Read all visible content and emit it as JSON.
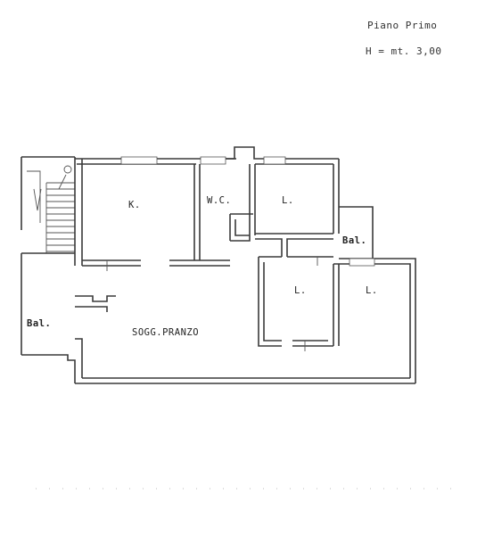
{
  "header": {
    "floor": "Piano Primo",
    "height": "H = mt. 3,00"
  },
  "rooms": {
    "kitchen": "K.",
    "wc": "W.C.",
    "bedroom_1": "L.",
    "bedroom_2": "L.",
    "bedroom_3": "L.",
    "living": "SOGG.PRANZO",
    "balcony_left": "Bal.",
    "balcony_right": "Bal."
  }
}
